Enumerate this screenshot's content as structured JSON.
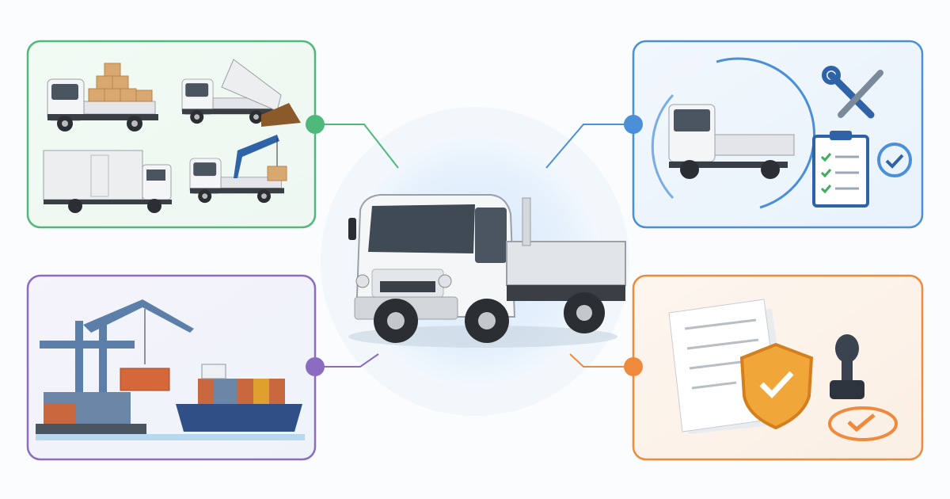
{
  "colors": {
    "fleet_panel": "#4fb97c",
    "maintenance_panel": "#4a8fd8",
    "logistics_panel": "#8b6cc0",
    "compliance_panel": "#ef8a3d",
    "center_glow": "#dcecfa"
  },
  "panels": [
    {
      "id": "truck-types",
      "icons": [
        "flatbed-truck-icon",
        "dump-truck-icon",
        "box-truck-icon",
        "crane-truck-icon"
      ]
    },
    {
      "id": "maintenance",
      "icons": [
        "truck-icon",
        "wrench-screwdriver-icon",
        "checklist-clipboard-icon",
        "check-circle-icon"
      ]
    },
    {
      "id": "port-logistics",
      "icons": [
        "port-crane-icon",
        "shipping-container-icon",
        "cargo-ship-icon"
      ]
    },
    {
      "id": "compliance",
      "icons": [
        "document-icon",
        "shield-check-icon",
        "stamp-icon",
        "approved-check-icon"
      ]
    }
  ],
  "center": {
    "icon": "flatbed-truck-icon"
  }
}
